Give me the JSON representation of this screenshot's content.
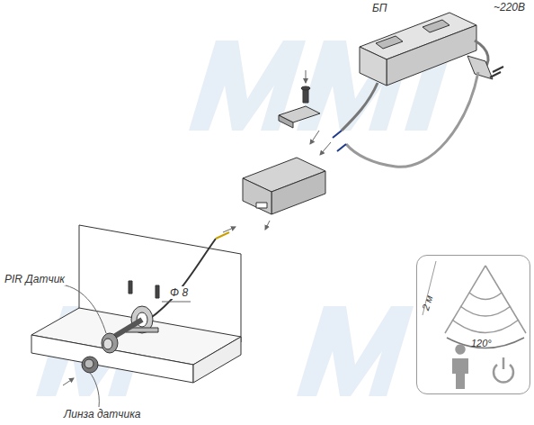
{
  "diagram": {
    "nodes": [
      {
        "text": [
          "БП"
        ]
      },
      {
        "text": [
          "2 м",
          "120°"
        ]
      }
    ],
    "labels": [
      "~220В",
      "PIR Датчик",
      "Φ 8",
      "Линза датчика"
    ]
  }
}
